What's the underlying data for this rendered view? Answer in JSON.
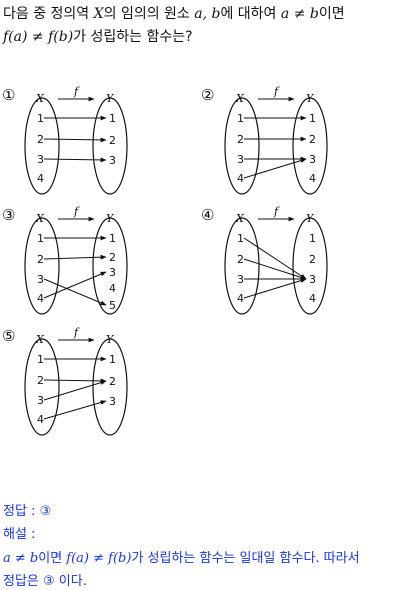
{
  "question": {
    "line1_prefix": "다음 중 정의역 ",
    "line1_X": "X",
    "line1_mid": "의 임의의 원소 ",
    "line1_ab": "a, b",
    "line1_mid2": "에 대하여 ",
    "line1_cond": "a ≠ b",
    "line1_suffix": "이면",
    "line2_expr": "f(a) ≠ f(b)",
    "line2_suffix": "가 성립하는 함수는?"
  },
  "labels": {
    "domain": "X",
    "codomain": "Y",
    "func": "f"
  },
  "options": [
    {
      "num": "①",
      "domain": [
        "1",
        "2",
        "3",
        "4"
      ],
      "codomain": [
        "1",
        "2",
        "3"
      ]
    },
    {
      "num": "②",
      "domain": [
        "1",
        "2",
        "3",
        "4"
      ],
      "codomain": [
        "1",
        "2",
        "3",
        "4"
      ]
    },
    {
      "num": "③",
      "domain": [
        "1",
        "2",
        "3",
        "4"
      ],
      "codomain": [
        "1",
        "2",
        "3",
        "4",
        "5"
      ]
    },
    {
      "num": "④",
      "domain": [
        "1",
        "2",
        "3",
        "4"
      ],
      "codomain": [
        "1",
        "2",
        "3",
        "4"
      ]
    },
    {
      "num": "⑤",
      "domain": [
        "1",
        "2",
        "3",
        "4"
      ],
      "codomain": [
        "1",
        "2",
        "3"
      ]
    }
  ],
  "answer": {
    "label": "정답 : ③",
    "explain_label": "해설 :",
    "exp_cond": "a ≠ b",
    "exp_mid": "이면 ",
    "exp_expr": "f(a) ≠ f(b)",
    "exp_rest": "가 성립하는 함수는 일대일 함수다. 따라서",
    "exp_line2": "정답은 ③ 이다."
  }
}
